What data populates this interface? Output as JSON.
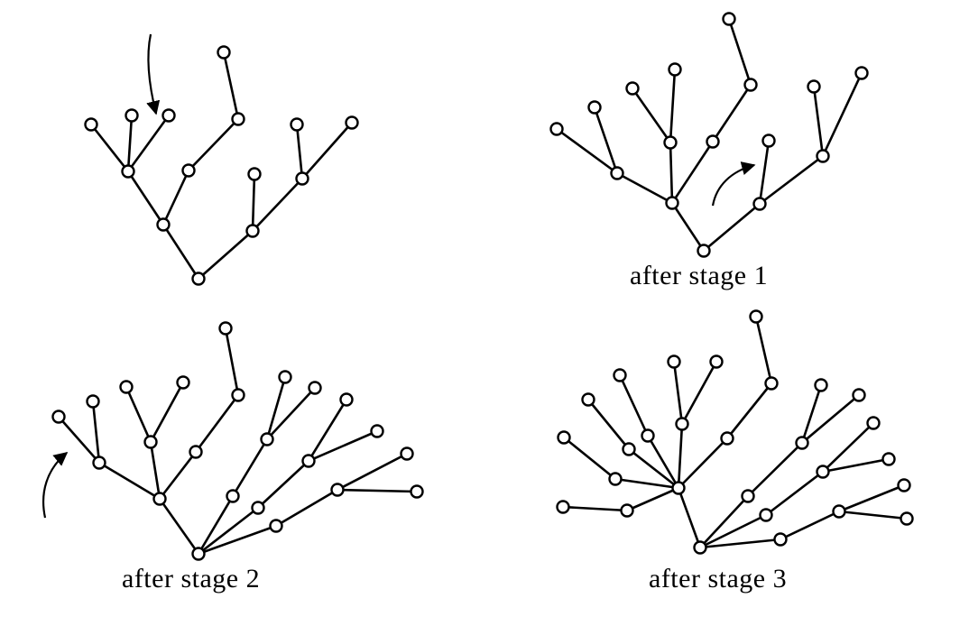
{
  "captions": {
    "stage1": "after stage 1",
    "stage2": "after stage 2",
    "stage3": "after stage 3"
  }
}
